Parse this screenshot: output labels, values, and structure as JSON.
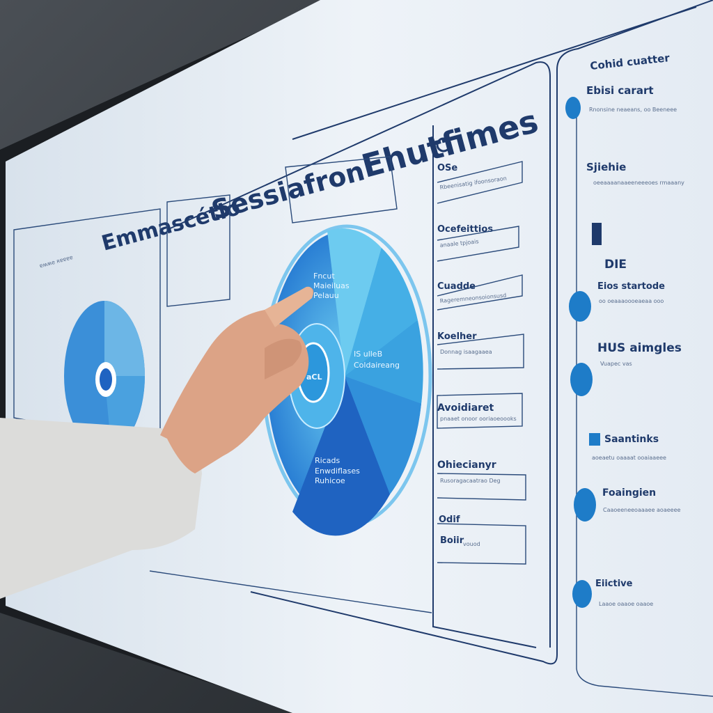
{
  "screen": {
    "title": [
      "Emmascétio",
      "Sessiafron",
      "Ehutfimes"
    ],
    "subtitle_left": "ɐʍʍe ʀɐɐɐɐ"
  },
  "pie": {
    "center_label": "aCL",
    "slice_labels": [
      [
        "Fncut",
        "Maieiluas",
        "Pelauu"
      ],
      [
        "IS ulleB",
        "Coldaireang"
      ],
      [
        "Ricads",
        "Enwdiflases",
        "Ruhicoe"
      ]
    ],
    "colors": [
      "#5fc3ea",
      "#3aa6e0",
      "#2f86d6",
      "#1f63c1"
    ]
  },
  "middle_column": {
    "items": [
      {
        "title": "OSe",
        "text": "Rbeenisatig ifoonsoraon"
      },
      {
        "title": "Ocefeittios",
        "text": "anaale tpjoais"
      },
      {
        "title": "Cuadde",
        "text": "Rageremneonsoionsusd"
      },
      {
        "title": "Koelher",
        "text": "Donnag isaagaaea"
      },
      {
        "title": "Avoidiaret",
        "text": "pnaaet onoor ooriaoeoooks"
      },
      {
        "title": "Ohiecianyr",
        "text": "Rusoragacaatrao Deg"
      },
      {
        "title": "Odif",
        "text": ""
      },
      {
        "title": "Boiir",
        "text": "vouod"
      }
    ]
  },
  "right_column": {
    "header": "Cohid cuatter",
    "items": [
      {
        "title": "Ebisi carart",
        "text": "Rnonsine neaeans, oo Beeneee"
      },
      {
        "title": "Sjiehie",
        "text": "oeeaaaanaaeeneeeoes rmaaany"
      },
      {
        "title": "DIE",
        "text": ""
      },
      {
        "title": "Eios startode",
        "text": "oo oeaaaoooeaeaa ooo"
      },
      {
        "title": "HUS aimgles",
        "text": "Vuapec vas"
      },
      {
        "title": "Saantinks",
        "text": "aoeaetu oaaaat ooaiaaeee"
      },
      {
        "title": "Foaingien",
        "text": "Caaoeeneeoaaaee aoaeeee"
      },
      {
        "title": "Eiictive",
        "text": "Laaoe oaaoe oaaoe"
      }
    ]
  },
  "colors": {
    "screen": "#e9eff6",
    "ink": "#1f3a6b",
    "accent": "#1e7cc8",
    "skin": "#dca386",
    "sleeve": "#dcdcda"
  }
}
